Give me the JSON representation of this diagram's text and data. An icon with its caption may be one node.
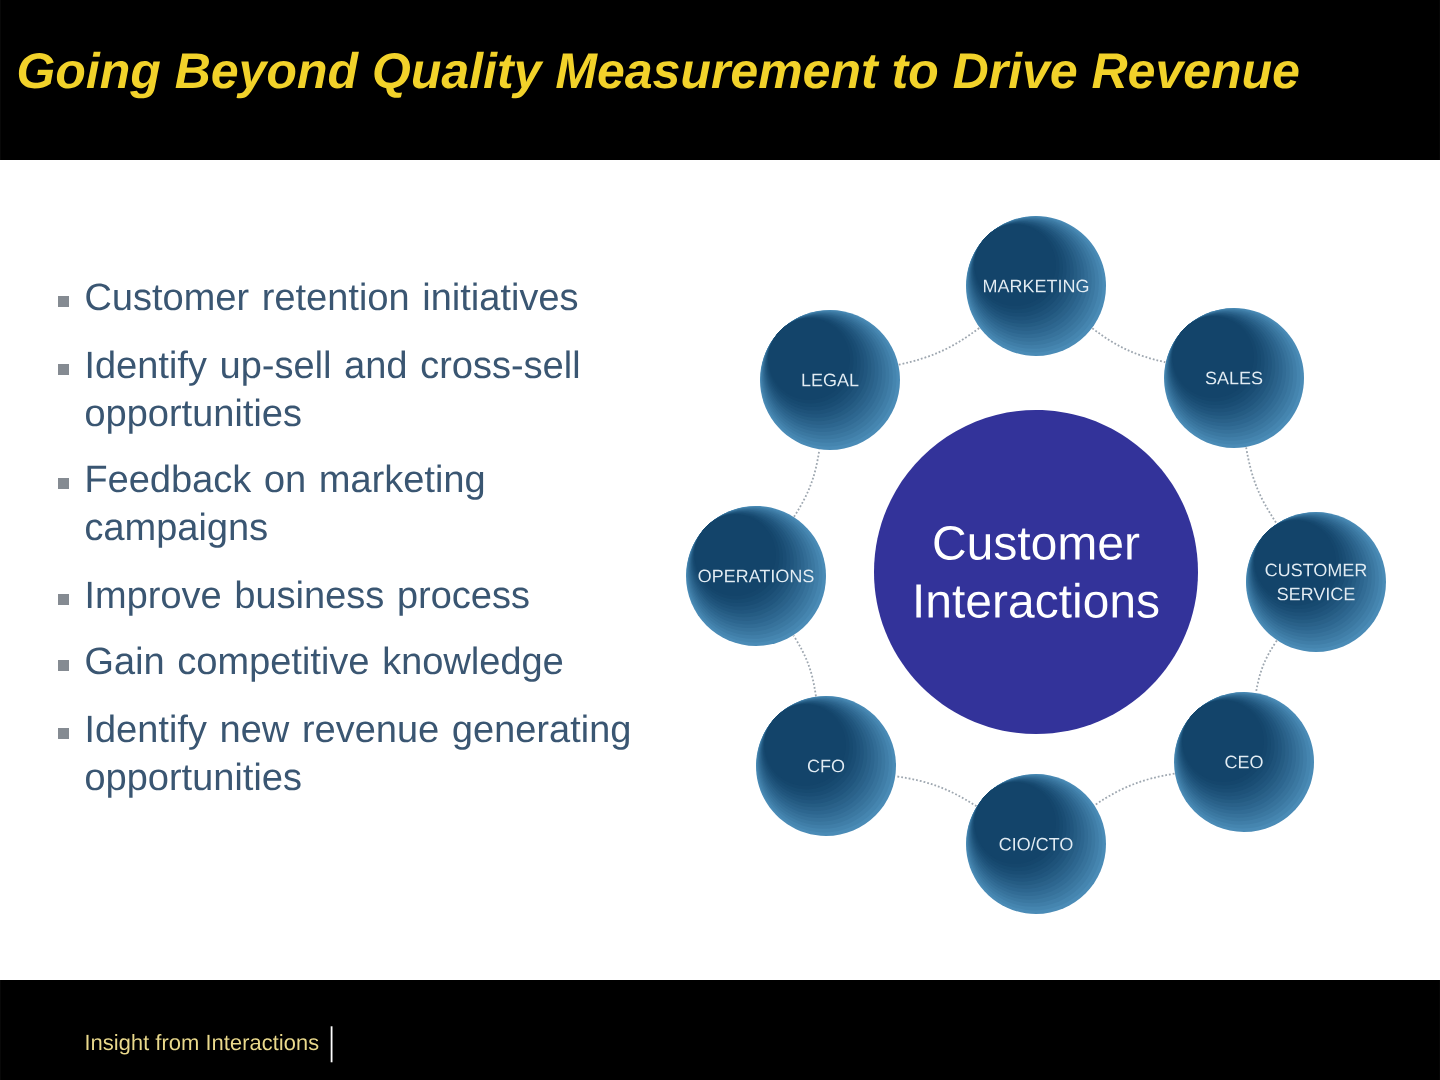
{
  "diagram": {
    "title": "Going Beyond Quality Measurement to Drive Revenue",
    "nodes": [
      {
        "text": [
          "MARKETING"
        ]
      },
      {
        "text": [
          "LEGAL"
        ]
      },
      {
        "text": [
          "SALES"
        ]
      },
      {
        "text": [
          "OPERATIONS"
        ]
      },
      {
        "text": [
          "Customer Interactions"
        ]
      },
      {
        "text": [
          "CUSTOMER SERVICE"
        ]
      },
      {
        "text": [
          "CFO"
        ]
      },
      {
        "text": [
          "CEO"
        ]
      },
      {
        "text": [
          "CIO/CTO"
        ]
      }
    ],
    "edges": [
      {
        "from": 0,
        "to": 2,
        "arrow": "none"
      },
      {
        "from": 2,
        "to": 5,
        "arrow": "none"
      },
      {
        "from": 5,
        "to": 7,
        "arrow": "none"
      },
      {
        "from": 7,
        "to": 8,
        "arrow": "none"
      },
      {
        "from": 8,
        "to": 6,
        "arrow": "none"
      },
      {
        "from": 6,
        "to": 3,
        "arrow": "none"
      },
      {
        "from": 3,
        "to": 1,
        "arrow": "none"
      },
      {
        "from": 1,
        "to": 0,
        "arrow": "none"
      }
    ],
    "labels": [
      "Customer retention initiatives",
      "Identify up-sell and cross-sell opportunities",
      "Feedback on marketing campaigns",
      "Improve business process",
      "Gain competitive knowledge",
      "Identify new revenue generating opportunities",
      "Insight from Interactions"
    ]
  }
}
